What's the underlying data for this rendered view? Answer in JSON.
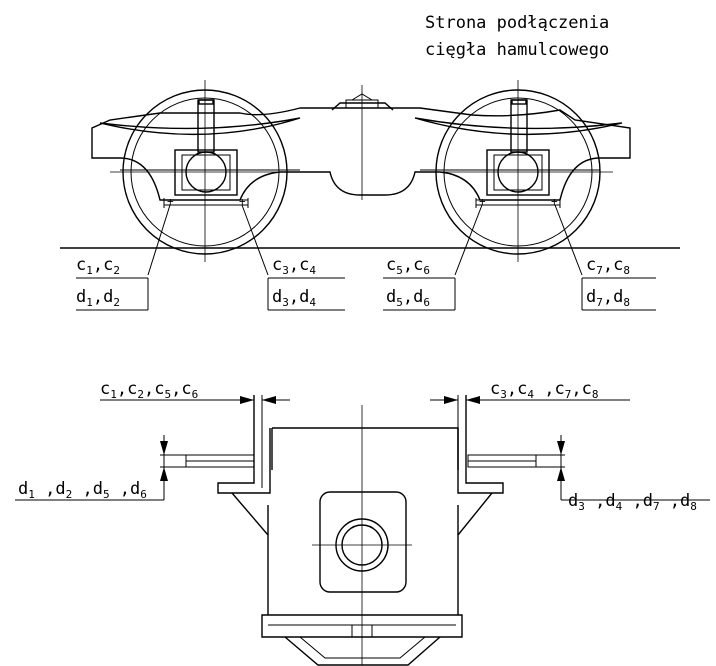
{
  "title": [
    "Strona podłączenia",
    "cięgła hamulcowego"
  ],
  "side_view_labels": [
    {
      "top": [
        "c",
        "1",
        ",c",
        "2"
      ],
      "bottom": [
        "d",
        "1",
        ",d",
        "2"
      ]
    },
    {
      "top": [
        "c",
        "3",
        ",c",
        "4"
      ],
      "bottom": [
        "d",
        "3",
        ",d",
        "4"
      ]
    },
    {
      "top": [
        "c",
        "5",
        ",c",
        "6"
      ],
      "bottom": [
        "d",
        "5",
        ",d",
        "6"
      ]
    },
    {
      "top": [
        "c",
        "7",
        ",c",
        "8"
      ],
      "bottom": [
        "d",
        "7",
        ",d",
        "8"
      ]
    }
  ],
  "section_view_labels": {
    "c_left": [
      "c",
      "1",
      ",c",
      "2",
      ",c",
      "5",
      ",c",
      "6"
    ],
    "c_right": [
      "c",
      "3",
      ",c",
      "4",
      " ,c",
      "7",
      ",c",
      "8"
    ],
    "d_left": [
      "d",
      "1",
      " ,d",
      "2",
      " ,d",
      "5",
      " ,d",
      "6"
    ],
    "d_right": [
      "d",
      "3",
      " ,d",
      "4",
      " ,d",
      "7",
      " ,d",
      "8"
    ]
  }
}
